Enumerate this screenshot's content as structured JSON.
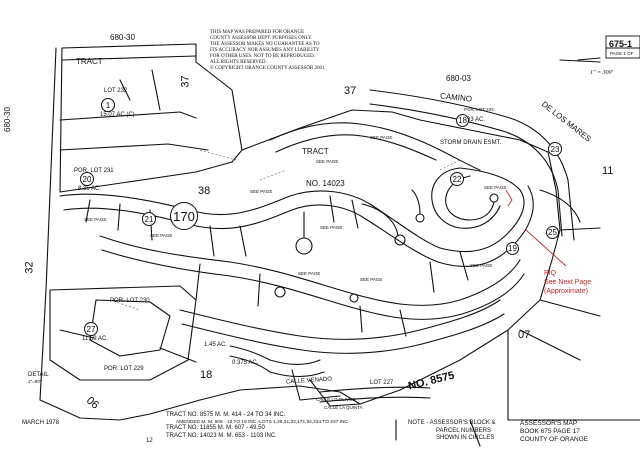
{
  "header": {
    "sheet_id": "675-1",
    "page_of": "PAGE 1 OF",
    "scale": "1\" = 300'",
    "disclaimer_lines": [
      "THIS MAP WAS PREPARED FOR ORANGE",
      "COUNTY ASSESSOR DEPT. PURPOSES ONLY.",
      "THE ASSESSOR MAKES NO GUARANTEE AS TO",
      "ITS ACCURACY NOR ASSUMES ANY LIABILITY",
      "FOR OTHER USES. NOT TO BE REPRODUCED.",
      "ALL RIGHTS RESERVED.",
      "© COPYRIGHT ORANGE COUNTY ASSESSOR 2001"
    ]
  },
  "book_refs": {
    "ref_680_30_top": "680-30",
    "ref_680_30_left": "680-30",
    "ref_680_03": "680-03",
    "ref_37_a": "37",
    "ref_37_b": "37",
    "ref_38": "38",
    "ref_32": "32",
    "ref_18": "18",
    "ref_11": "11",
    "ref_07": "07",
    "ref_06": "06",
    "ref_12": "12"
  },
  "labels": {
    "tract_top_left": "TRACT",
    "tract_center": "TRACT",
    "tract_no_14023": "NO. 14023",
    "parcel_170": "170",
    "lot_232": "LOT 232",
    "lot_232_acres": "15.07 AC.(C)",
    "por_lot_231": "POR. LOT 231",
    "por_lot_231_acres": "8.35 AC.",
    "por_lot_230": "POR. LOT 230",
    "por_lot_229": "POR. LOT 229",
    "acres_11_59": "11.59 AC.",
    "acres_1_45": "1.45 AC.",
    "acres_0_375": "0.375 AC.",
    "acres_3_33": "3.33 AC.",
    "por_lot_233": "POR. LOT 233",
    "lot_227": "LOT 227",
    "camino": "CAMINO",
    "de_los_mares": "DE LOS MARES",
    "storm_drain": "STORM DRAIN ESMT.",
    "calle_venado": "CALLE VENADO",
    "calle_lo_olivos": "CALLE LO OLIVOS",
    "calle_la_quinta": "CALLE LA QUINTA",
    "tract_no_8575_road": "NO. 8575",
    "detail": "DETAIL",
    "detail_scale": "1\"=90'",
    "see_page": "SEE PAGE",
    "parcel_circles": [
      "1",
      "20",
      "21",
      "22",
      "23",
      "27",
      "18",
      "19",
      "25"
    ]
  },
  "piq": {
    "title": "PIQ",
    "line2": "See Next Page",
    "line3": "(Approximate)",
    "color": "#c0282b"
  },
  "footer": {
    "date": "MARCH 1978",
    "tracts": [
      "TRACT NO. 8575    M. M. 414 - 24 TO 34 INC.",
      "AMENDED M. M. 505 - 13 TO 19 INC.-LOTS 1,29,31,32,171,94,234 TO 237 INC.",
      "TRACT NO. 11855    M. M. 607 - 49,50",
      "TRACT NO. 14023    M. M. 653 - 1103 INC."
    ],
    "note": [
      "NOTE - ASSESSOR'S BLOCK &",
      "PARCEL NUMBERS",
      "SHOWN IN CIRCLES"
    ],
    "assessor_map": [
      "ASSESSOR'S MAP",
      "BOOK 675 PAGE 17",
      "COUNTY OF ORANGE"
    ]
  }
}
